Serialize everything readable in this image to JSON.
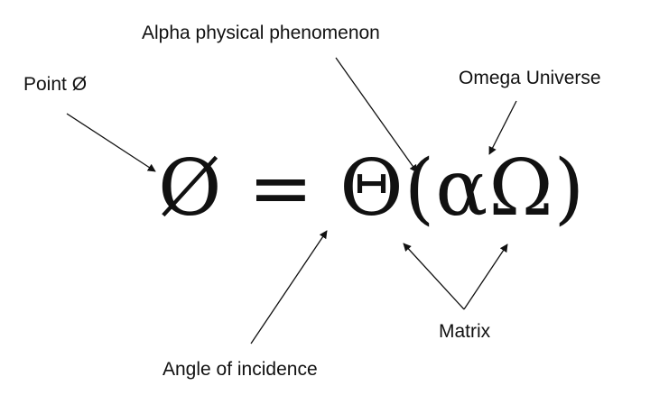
{
  "labels": {
    "alpha": "Alpha physical phenomenon",
    "point": "Point Ø",
    "omega": "Omega Universe",
    "matrix": "Matrix",
    "angle": "Angle of incidence"
  },
  "equation": "Ø = Θ(αΩ)",
  "colors": {
    "text": "#111111",
    "arrow": "#111111",
    "background": "#ffffff"
  }
}
